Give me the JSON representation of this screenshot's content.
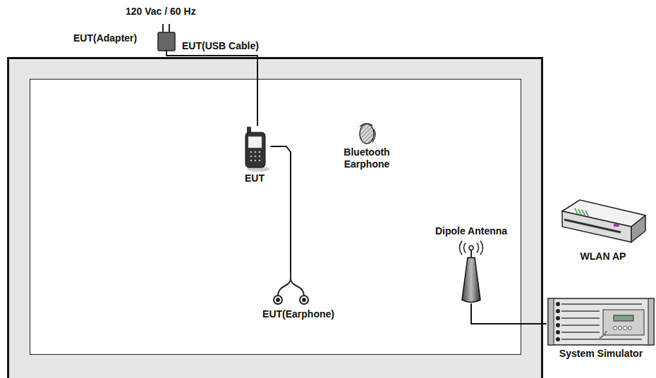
{
  "diagram": {
    "nodes": [
      {
        "text": [
          "EUT(Adapter)"
        ]
      },
      {
        "text": [
          "EUT"
        ]
      },
      {
        "text": [
          "Bluetooth Earphone"
        ]
      },
      {
        "text": [
          "WLAN AP"
        ]
      },
      {
        "text": [
          "Dipole Antenna"
        ]
      },
      {
        "text": [
          "EUT(Earphone)"
        ]
      },
      {
        "text": [
          "System Simulator"
        ]
      }
    ],
    "edges": [
      {
        "from": 0,
        "to": 1,
        "arrow": "none",
        "label": "EUT(USB Cable)"
      },
      {
        "from": 1,
        "to": 5,
        "arrow": "none"
      },
      {
        "from": 4,
        "to": 6,
        "arrow": "none"
      }
    ],
    "labels": [
      "120 Vac / 60 Hz"
    ]
  }
}
